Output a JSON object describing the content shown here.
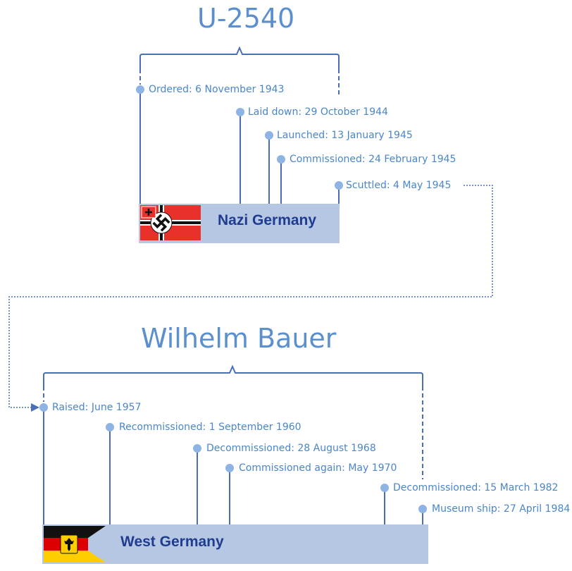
{
  "ship1": {
    "name": "U-2540",
    "country": "Nazi Germany",
    "events": [
      {
        "label": "Ordered: 6 November 1943"
      },
      {
        "label": "Laid down: 29 October 1944"
      },
      {
        "label": "Launched: 13 January 1945"
      },
      {
        "label": "Commissioned: 24 February 1945"
      },
      {
        "label": "Scuttled: 4 May 1945"
      }
    ]
  },
  "ship2": {
    "name": "Wilhelm Bauer",
    "country": "West Germany",
    "events": [
      {
        "label": "Raised: June 1957"
      },
      {
        "label": "Recommissioned: 1 September 1960"
      },
      {
        "label": "Decommissioned: 28 August 1968"
      },
      {
        "label": "Commissioned again: May 1970"
      },
      {
        "label": "Decommissioned: 15 March 1982"
      },
      {
        "label": "Museum ship: 27 April 1984"
      }
    ]
  },
  "colors": {
    "line": "#4a6fb5",
    "dot": "#8db4e2",
    "text": "#4a86c8",
    "title": "#5b8fce",
    "bar": "#b5c7e3",
    "country_text": "#1f3c8f"
  }
}
